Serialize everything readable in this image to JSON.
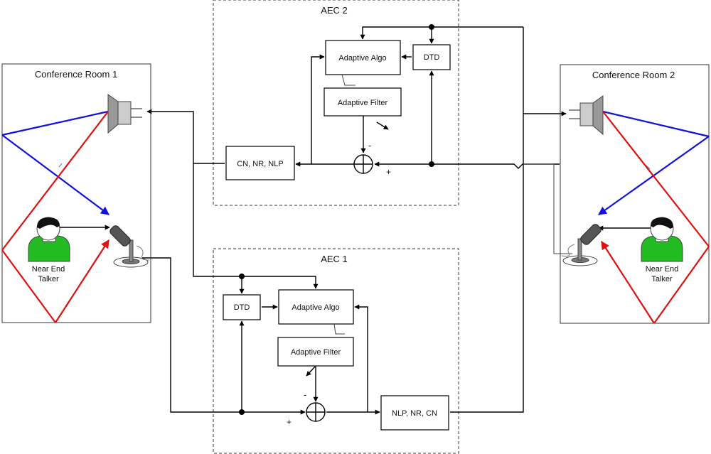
{
  "aec2": {
    "title": "AEC 2",
    "adaptive_algo": "Adaptive Algo",
    "dtd": "DTD",
    "adaptive_filter": "Adaptive Filter",
    "post_processing": "CN, NR, NLP",
    "minus_sign": "-",
    "plus_sign": "+"
  },
  "aec1": {
    "title": "AEC 1",
    "adaptive_algo": "Adaptive Algo",
    "dtd": "DTD",
    "adaptive_filter": "Adaptive Filter",
    "post_processing": "NLP, NR, CN",
    "minus_sign": "-",
    "plus_sign": "+"
  },
  "room1": {
    "title": "Conference Room 1",
    "talker_line1": "Near End",
    "talker_line2": "Talker"
  },
  "room2": {
    "title": "Conference Room 2",
    "talker_line1": "Near End",
    "talker_line2": "Talker"
  },
  "colors": {
    "direct_echo_path": "#1010e0",
    "reflected_echo_path": "#e01010",
    "talker": "#22bb22"
  }
}
